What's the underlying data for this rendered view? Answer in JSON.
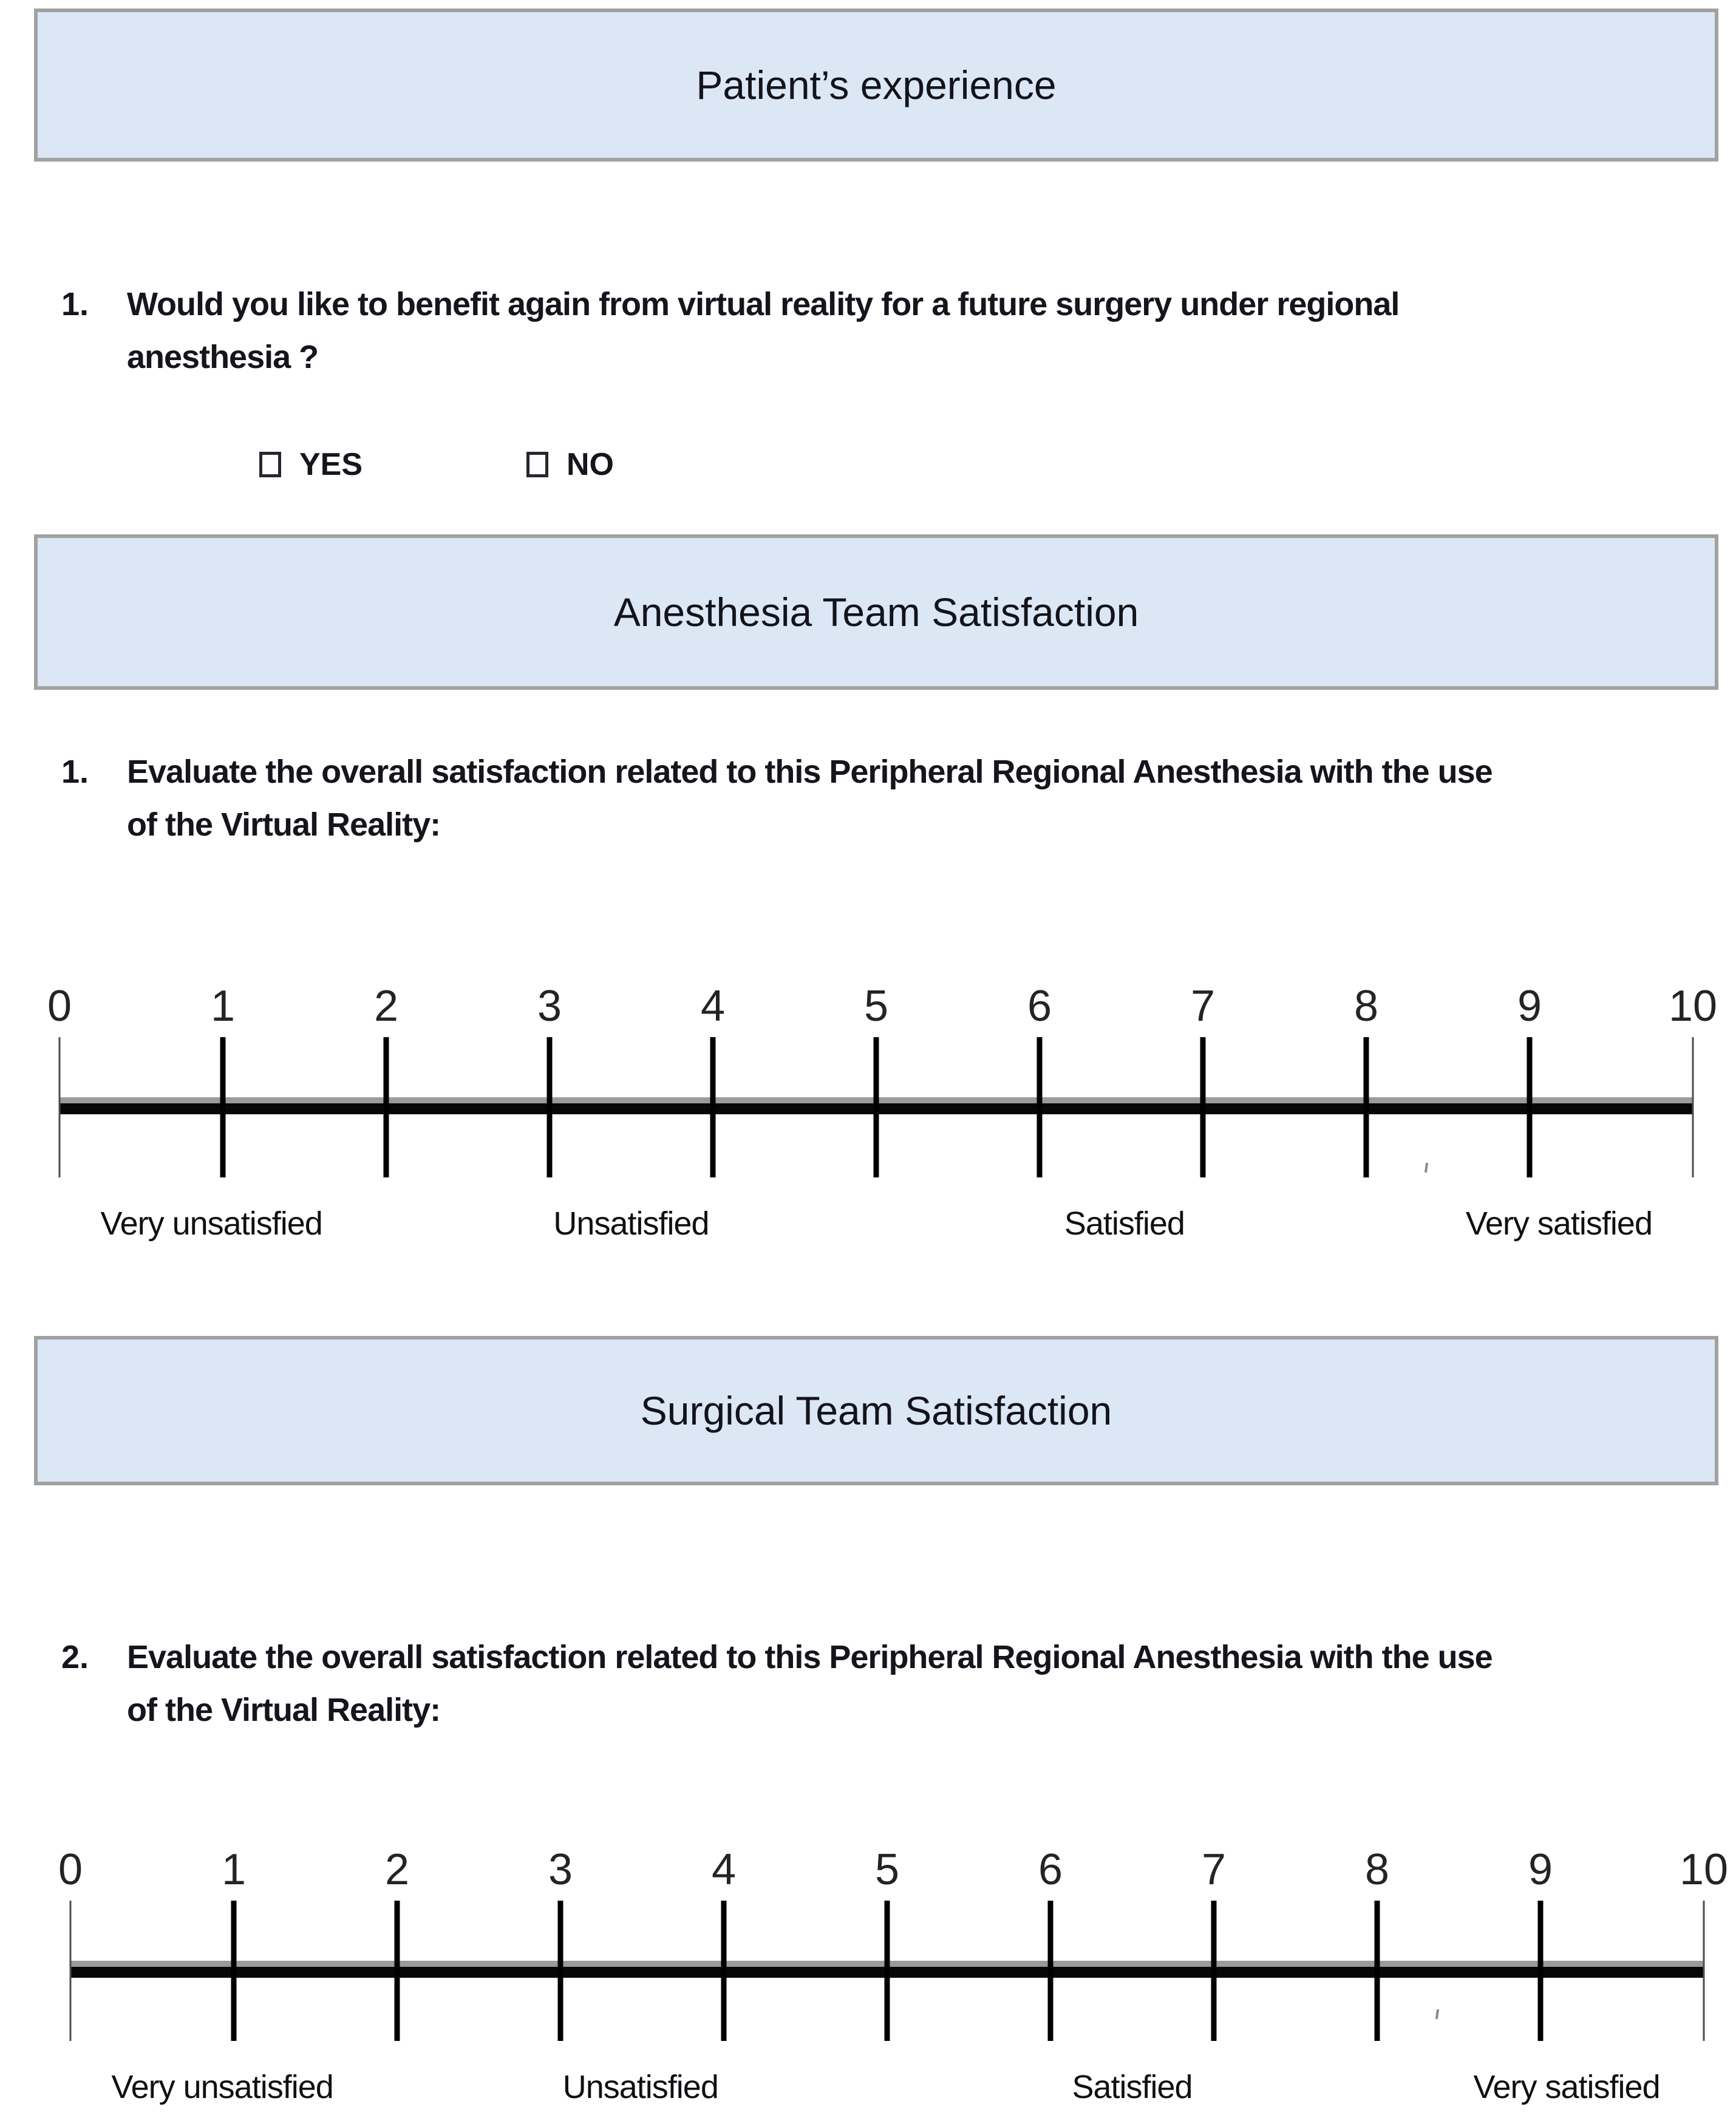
{
  "headers": {
    "patient": "Patient’s experience",
    "anesthesia": "Anesthesia Team Satisfaction",
    "surgical": "Surgical Team Satisfaction"
  },
  "questions": {
    "patient": {
      "number": "1.",
      "lines": [
        "Would you like to benefit again from virtual reality for a future surgery under regional",
        "anesthesia ?"
      ],
      "options": [
        {
          "label": "YES"
        },
        {
          "label": "NO"
        }
      ]
    },
    "anesthesia": {
      "number": "1.",
      "lines": [
        "Evaluate the overall satisfaction related to this Peripheral Regional Anesthesia with the use",
        "of the Virtual Reality:"
      ]
    },
    "surgical": {
      "number": "2.",
      "lines": [
        "Evaluate the overall satisfaction related to this Peripheral Regional Anesthesia with the use",
        "of the Virtual Reality:"
      ]
    }
  },
  "scales": [
    {
      "name": "anesthesia-satisfaction-scale",
      "min": 0,
      "max": 10,
      "numbers": [
        "0",
        "1",
        "2",
        "3",
        "4",
        "5",
        "6",
        "7",
        "8",
        "9",
        "10"
      ],
      "anchors": [
        {
          "label": "Very unsatisfied",
          "pos_pct": 9.3
        },
        {
          "label": "Unsatisfied",
          "pos_pct": 35.0
        },
        {
          "label": "Satisfied",
          "pos_pct": 65.2
        },
        {
          "label": "Very satisfied",
          "pos_pct": 91.8
        }
      ]
    },
    {
      "name": "surgical-satisfaction-scale",
      "min": 0,
      "max": 10,
      "numbers": [
        "0",
        "1",
        "2",
        "3",
        "4",
        "5",
        "6",
        "7",
        "8",
        "9",
        "10"
      ],
      "anchors": [
        {
          "label": "Very unsatisfied",
          "pos_pct": 9.3
        },
        {
          "label": "Unsatisfied",
          "pos_pct": 34.9
        },
        {
          "label": "Satisfied",
          "pos_pct": 65.0
        },
        {
          "label": "Very satisfied",
          "pos_pct": 91.6
        }
      ]
    }
  ],
  "colors": {
    "header_fill": "#dbe7f4",
    "header_border": "#a1a1a1",
    "text": "#15151d",
    "scale_line": "#070707",
    "scale_line_shadow": "#9b9b9b",
    "tick": "#000000"
  }
}
